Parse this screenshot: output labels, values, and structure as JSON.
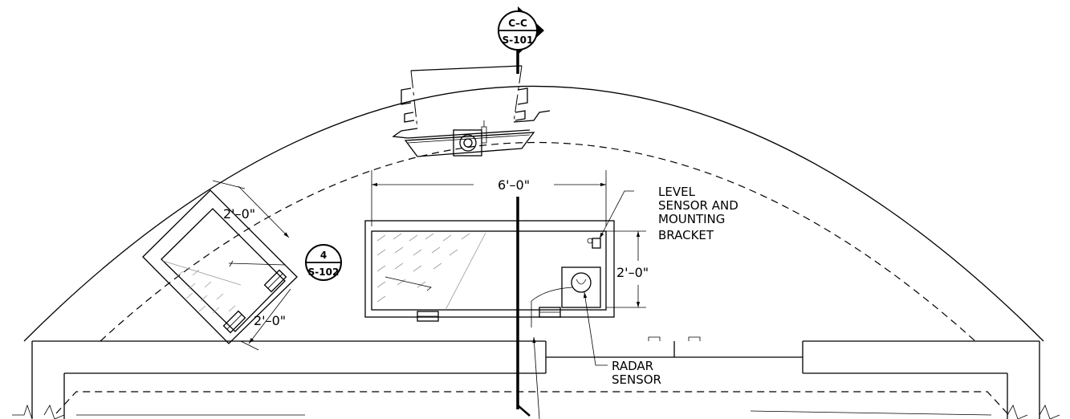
{
  "section_marker": {
    "top": "C–C",
    "bottom": "S-101"
  },
  "detail_marker": {
    "top": "4",
    "bottom": "S-102"
  },
  "dimensions": {
    "hatch_width": "6'–0\"",
    "hatch_height": "2'–0\"",
    "diag_top": "2'–0\"",
    "diag_bottom": "2'–0\""
  },
  "callouts": {
    "level_sensor": [
      "LEVEL",
      "SENSOR AND",
      "MOUNTING",
      "BRACKET"
    ],
    "radar_sensor": [
      "RADAR",
      "SENSOR"
    ]
  }
}
